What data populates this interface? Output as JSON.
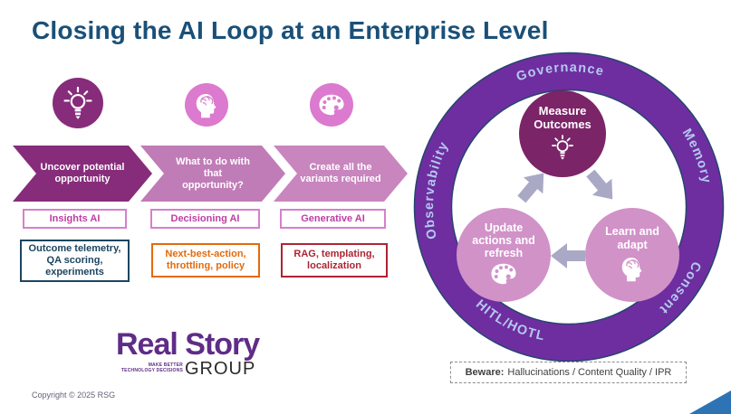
{
  "slide": {
    "title": "Closing the AI Loop at an Enterprise Level",
    "copyright": "Copyright © 2025 RSG"
  },
  "pipeline": {
    "stages": [
      {
        "icon": "lightbulb",
        "chevron_lines": [
          "Uncover potential",
          "opportunity"
        ],
        "ai_tag": "Insights AI",
        "detail_lines": [
          "Outcome telemetry,",
          "QA scoring,",
          "experiments"
        ]
      },
      {
        "icon": "head-brain",
        "chevron_lines": [
          "What to do with that",
          "opportunity?"
        ],
        "ai_tag": "Decisioning AI",
        "detail_lines": [
          "Next-best-action,",
          "throttling, policy"
        ]
      },
      {
        "icon": "palette",
        "chevron_lines": [
          "Create all the",
          "variants required"
        ],
        "ai_tag": "Generative AI",
        "detail_lines": [
          "RAG, templating,",
          "localization"
        ]
      }
    ]
  },
  "loop": {
    "ring_labels": {
      "top": "Governance",
      "right": "Memory",
      "bottom_right": "Consent",
      "bottom_left": "HITL/HOTL",
      "left": "Observability"
    },
    "nodes": {
      "measure": [
        "Measure",
        "Outcomes"
      ],
      "learn": [
        "Learn and",
        "adapt"
      ],
      "update": [
        "Update",
        "actions and",
        "refresh"
      ]
    }
  },
  "beware": {
    "bold": "Beware:",
    "rest": "Hallucinations / Content Quality / IPR"
  },
  "logo": {
    "name": "Real Story",
    "group": "GROUP",
    "tagline_line1": "MAKE BETTER",
    "tagline_line2": "TECHNOLOGY DECISIONS"
  },
  "colors": {
    "title": "#1A5078",
    "stage1_dark_purple": "#872C7B",
    "icon_pink": "#DB7ACE",
    "chevron2_mauve": "#C07CB6",
    "chevron3_pink": "#C885BE",
    "ai_tag_text": "#BE3DA5",
    "ai_tag_border": "#D77FCC",
    "detail_navy": "#1C4560",
    "detail_orange": "#E46A0A",
    "detail_red": "#AD2433",
    "ring_purple": "#6E2EA0",
    "ring_outline_navy": "#25456E",
    "ring_label_blue": "#B4C9EE",
    "node_dark_plum": "#7B2468",
    "node_pink": "#D192C8",
    "cycle_arrow_gray": "#A9A9C6",
    "corner_triangle_blue": "#2E74B5"
  }
}
